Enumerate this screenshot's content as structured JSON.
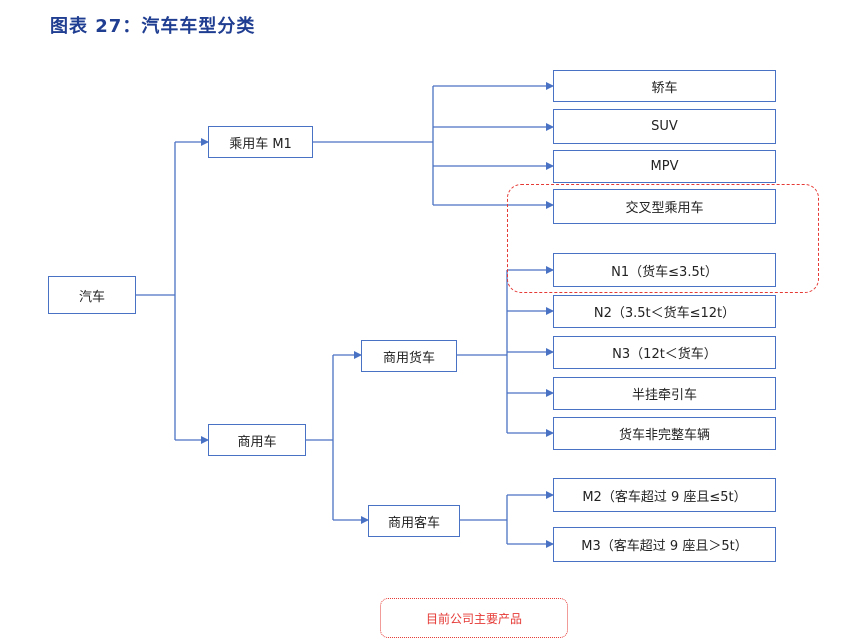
{
  "title": "图表 27：汽车车型分类",
  "nodes": {
    "car": "汽车",
    "passenger": "乘用车 M1",
    "commercial": "商用车",
    "sedan": "轿车",
    "suv": "SUV",
    "mpv": "MPV",
    "crossover": "交叉型乘用车",
    "n1": "N1（货车≤3.5t）",
    "n2": "N2（3.5t＜货车≤12t）",
    "n3": "N3（12t＜货车）",
    "truck_group": "商用货车",
    "bus_group": "商用客车",
    "semi": "半挂牵引车",
    "incomplete": "货车非完整车辆",
    "m2": "M2（客车超过 9 座且≤5t）",
    "m3": "M3（客车超过 9 座且＞5t）"
  },
  "legend": "目前公司主要产品",
  "colors": {
    "box_border": "#4a72c4",
    "line": "#4a72c4",
    "highlight": "#e53935",
    "title": "#1f3d91"
  }
}
